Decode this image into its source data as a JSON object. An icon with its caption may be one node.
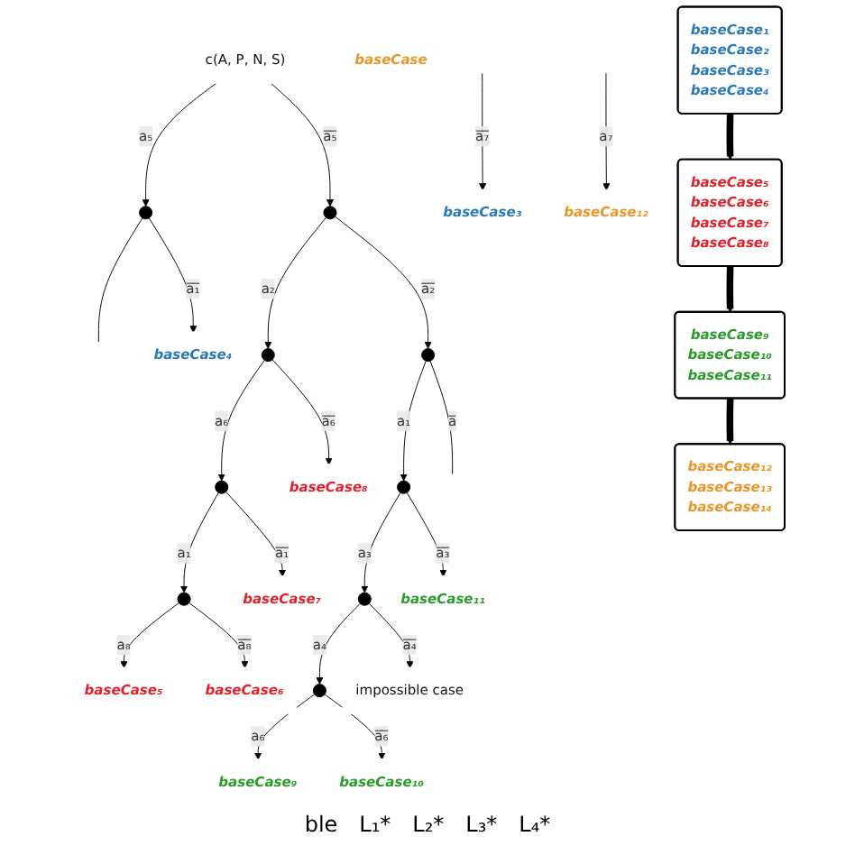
{
  "diagram": {
    "nodes": [
      {
        "text": [
          "c(A, P, N, S)"
        ]
      },
      {
        "text": [],
        "shape": "point"
      },
      {
        "text": [
          "baseCase₄"
        ]
      },
      {
        "text": [
          "baseCase₃"
        ]
      },
      {
        "text": [],
        "shape": "point"
      },
      {
        "text": [],
        "shape": "point"
      },
      {
        "text": [],
        "shape": "point"
      },
      {
        "text": [
          "baseCase₈"
        ]
      },
      {
        "text": [],
        "shape": "point"
      },
      {
        "text": [
          "baseCase₇"
        ]
      },
      {
        "text": [
          "baseCase₅"
        ]
      },
      {
        "text": [
          "baseCase₆"
        ]
      },
      {
        "text": [],
        "shape": "point"
      },
      {
        "text": [],
        "shape": "point"
      },
      {
        "text": [],
        "shape": "point"
      },
      {
        "text": [
          "baseCase₁₁"
        ]
      },
      {
        "text": [],
        "shape": "point"
      },
      {
        "text": [
          "impossible case"
        ]
      },
      {
        "text": [
          "baseCase₉"
        ]
      },
      {
        "text": [
          "baseCase₁₀"
        ]
      },
      {
        "text": [
          "baseCase₁₂"
        ]
      },
      {
        "text": [
          "baseCase"
        ]
      },
      {
        "text": [
          "baseCase₁",
          "baseCase₂",
          "baseCase₃",
          "baseCase₄"
        ]
      },
      {
        "text": [
          "baseCase₅",
          "baseCase₆",
          "baseCase₇",
          "baseCase₈"
        ]
      },
      {
        "text": [
          "baseCase₉",
          "baseCase₁₀",
          "baseCase₁₁"
        ]
      },
      {
        "text": [
          "baseCase₁₂",
          "baseCase₁₃",
          "baseCase₁₄"
        ]
      }
    ],
    "edges": [
      {
        "from": 0,
        "to": 1,
        "arrow": "to",
        "label": "a₅"
      },
      {
        "from": 0,
        "to": 4,
        "arrow": "to",
        "label": "a̅₅̅"
      },
      {
        "from": 1,
        "to": null,
        "arrow": "none"
      },
      {
        "from": 1,
        "to": 2,
        "arrow": "to",
        "label": "a̅₁̅"
      },
      {
        "from": null,
        "to": 3,
        "arrow": "to",
        "label": "a̅₇̅"
      },
      {
        "from": 4,
        "to": 5,
        "arrow": "to",
        "label": "a₂"
      },
      {
        "from": 4,
        "to": 12,
        "arrow": "to",
        "label": "a̅₂̅"
      },
      {
        "from": 5,
        "to": 6,
        "arrow": "to",
        "label": "a₆"
      },
      {
        "from": 5,
        "to": 7,
        "arrow": "to",
        "label": "a̅₆̅"
      },
      {
        "from": 6,
        "to": 8,
        "arrow": "to",
        "label": "a₁"
      },
      {
        "from": 6,
        "to": 9,
        "arrow": "to",
        "label": "a̅₁̅"
      },
      {
        "from": 8,
        "to": 10,
        "arrow": "to",
        "label": "a₈"
      },
      {
        "from": 8,
        "to": 11,
        "arrow": "to",
        "label": "a̅₈̅"
      },
      {
        "from": 12,
        "to": 13,
        "arrow": "to",
        "label": "a₁"
      },
      {
        "from": 12,
        "to": null,
        "arrow": "none",
        "label": "a̅"
      },
      {
        "from": 13,
        "to": 14,
        "arrow": "to",
        "label": "a₃"
      },
      {
        "from": 13,
        "to": 15,
        "arrow": "to",
        "label": "a̅₃̅"
      },
      {
        "from": 14,
        "to": 16,
        "arrow": "to",
        "label": "a₄"
      },
      {
        "from": 14,
        "to": 17,
        "arrow": "to",
        "label": "a̅₄̅"
      },
      {
        "from": 16,
        "to": 18,
        "arrow": "to",
        "label": "a₆"
      },
      {
        "from": 16,
        "to": 19,
        "arrow": "to",
        "label": "a̅₆̅"
      },
      {
        "from": null,
        "to": 20,
        "arrow": "to",
        "label": "a₇"
      },
      {
        "from": 22,
        "to": 23,
        "arrow": "to",
        "style": "thick"
      },
      {
        "from": 23,
        "to": 24,
        "arrow": "to",
        "style": "thick"
      },
      {
        "from": 24,
        "to": 25,
        "arrow": "to",
        "style": "thick"
      }
    ],
    "labels": [
      "ble",
      "L₁*",
      "L₂*",
      "L₃*",
      "L₄*"
    ]
  }
}
